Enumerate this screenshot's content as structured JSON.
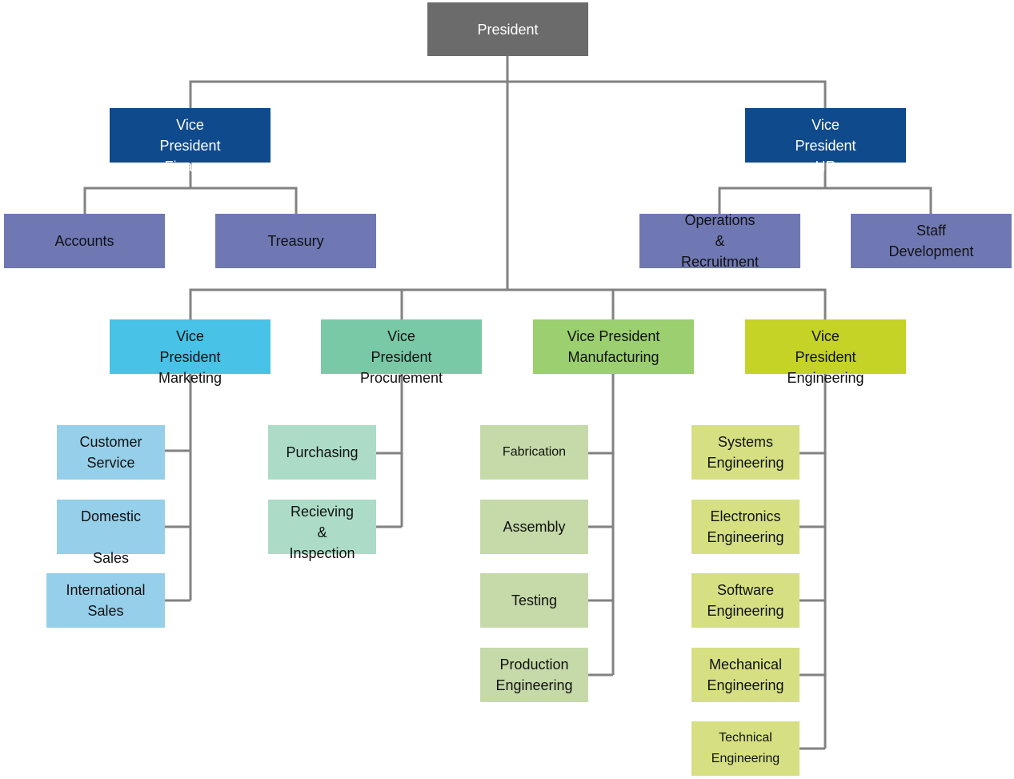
{
  "colors": {
    "line": "#828282",
    "president": "#6b6b6b",
    "vp_blue": "#0f4a8c",
    "dept_purple": "#6f78b3",
    "vp_marketing": "#48c2e6",
    "marketing_child": "#96cfe9",
    "vp_procurement": "#79c9a7",
    "procurement_child": "#acdcc8",
    "vp_manufacturing": "#9bcf6f",
    "manufacturing_child": "#c5daa8",
    "vp_engineering": "#c4d325",
    "engineering_child": "#d6e083"
  },
  "nodes": {
    "president": "President",
    "vp_finance": "Vice\nPresident\nFinance",
    "vp_hr": "Vice\nPresident\nHR",
    "accounts": "Accounts",
    "treasury": "Treasury",
    "operations_recruitment": "Operations\n&\nRecruitment",
    "staff_development": "Staff\nDevelopment",
    "vp_marketing": "Vice\nPresident\nMarketing",
    "vp_procurement": "Vice\nPresident\nProcurement",
    "vp_manufacturing": "Vice President\nManufacturing",
    "vp_engineering": "Vice\nPresident\nEngineering",
    "customer_service": "Customer\nService",
    "domestic_sales": "Domestic\n\nSales",
    "international_sales": "International\nSales",
    "purchasing": "Purchasing",
    "receiving_inspection": "Recieving\n&\nInspection",
    "fabrication": "Fabrication",
    "assembly": "Assembly",
    "testing": "Testing",
    "production_engineering": "Production\nEngineering",
    "systems_engineering": "Systems\nEngineering",
    "electronics_engineering": "Electronics\nEngineering",
    "software_engineering": "Software\nEngineering",
    "mechanical_engineering": "Mechanical\nEngineering",
    "technical_engineering": "Technical\nEngineering"
  }
}
